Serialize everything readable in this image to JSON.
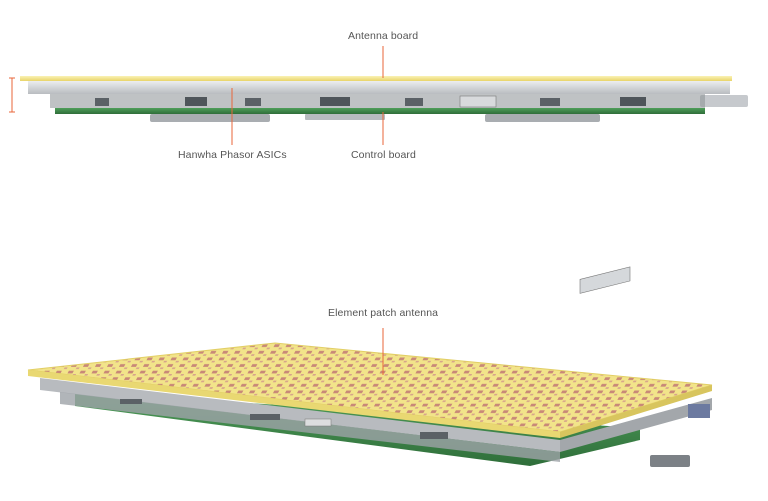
{
  "labels": {
    "antenna_board": "Antenna board",
    "phasor_asics": "Hanwha Phasor ASICs",
    "control_board": "Control board",
    "patch_antenna": "Element patch antenna"
  },
  "colors": {
    "accent": "#e8663a",
    "antenna_yellow": "#f3e58a",
    "patch_pink": "#c98a78",
    "pcb_green": "#3d8a4a",
    "frame_gray": "#c9ccd0",
    "text": "#555555"
  }
}
